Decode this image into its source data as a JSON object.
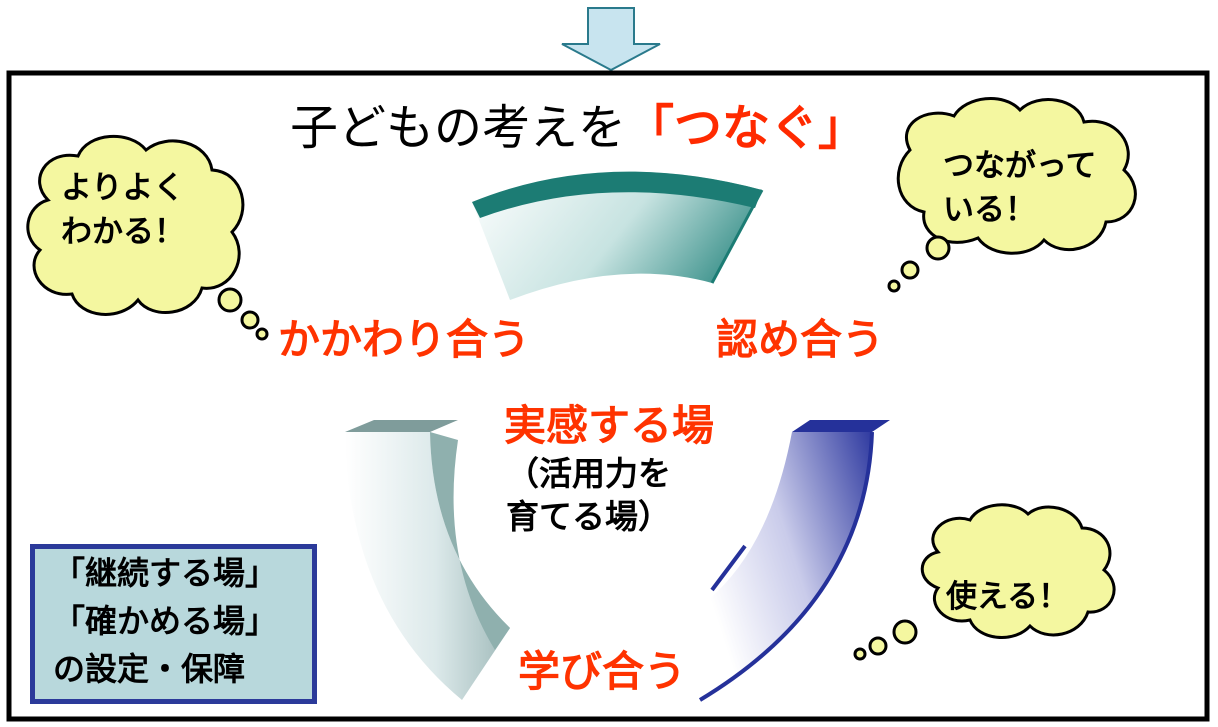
{
  "title": {
    "prefix": "子どもの考えを",
    "highlight": "「つなぐ」"
  },
  "labels": {
    "kakawari": "かかわり合う",
    "mitome": "認め合う",
    "manabi": "学び合う"
  },
  "center": {
    "title": "実感する場",
    "subtitle_line1": "（活用力を",
    "subtitle_line2": "育てる場）"
  },
  "clouds": {
    "left": {
      "line1": "よりよく",
      "line2": "わかる！"
    },
    "right": {
      "line1": "つながって",
      "line2": "いる！"
    },
    "bottom": {
      "line1": "使える！"
    }
  },
  "note_box": {
    "line1": "「継続する場」",
    "line2": "「確かめる場」",
    "line3": "の設定・保障"
  },
  "colors": {
    "accent_red": "#ff3300",
    "arrow_fill": "#c8e4ef",
    "cloud_fill": "#f4f7a0",
    "box_border": "#2b3a9a",
    "box_fill": "#b8d8dc"
  }
}
